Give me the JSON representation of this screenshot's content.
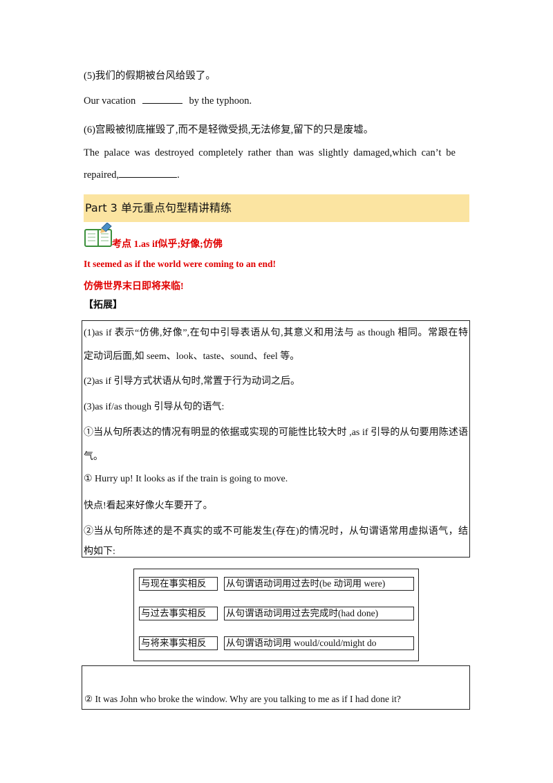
{
  "lines": {
    "l1": "(5)我们的假期被台风给毁了。",
    "l2a": "Our  vacation",
    "l2b": "by  the  typhoon.",
    "l3": "(6)宫殿被彻底摧毁了,而不是轻微受损,无法修复,留下的只是废墟。",
    "l4": "The  palace  was  destroyed  completely  rather  than  was  slightly  damaged,which  can’t  be",
    "l5a": "repaired,",
    "l5b": "."
  },
  "part_title": "Part  3  单元重点句型精讲精练",
  "kaodian": {
    "title": "考点 1.as  if似乎;好像;仿佛",
    "example_en": "It  seemed  as  if  the  world  were  coming  to  an  end!",
    "example_cn": "仿佛世界末日即将来临!",
    "expand": "【拓展】"
  },
  "box1": {
    "r1": "(1)as  if 表示“仿佛,好像”,在句中引导表语从句,其意义和用法与 as  though 相同。常跟在特",
    "r2": "定动词后面,如 seem、look、taste、sound、feel 等。",
    "r3": "(2)as  if 引导方式状语从句时,常置于行为动词之后。",
    "r4": "(3)as  if/as  though 引导从句的语气:",
    "r5": "①当从句所表达的情况有明显的依据或实现的可能性比较大时 ,as  if 引导的从句要用陈述语",
    "r6": "气。",
    "r7": "① Hurry  up!  It  looks  as  if  the  train  is  going  to  move.",
    "r8": "快点!看起来好像火车要开了。",
    "r9": "②当从句所陈述的是不真实的或不可能发生(存在)的情况时，从句谓语常用虚拟语气，结",
    "r10": "构如下:"
  },
  "table": [
    {
      "left": "与现在事实相反",
      "right": "从句谓语动词用过去时(be 动词用 were)"
    },
    {
      "left": "与过去事实相反",
      "right": "从句谓语动词用过去完成时(had  done)"
    },
    {
      "left": "与将来事实相反",
      "right": "从句谓语动词用 would/could/might  do"
    }
  ],
  "box2": {
    "r1": "② It  was  John  who  broke  the  window.  Why  are  you  talking  to  me  as  if  I  had  done  it?"
  }
}
